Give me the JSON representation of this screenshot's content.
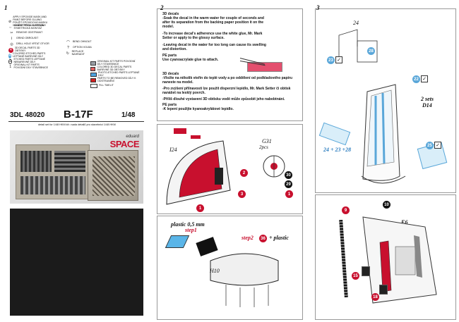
{
  "steps": [
    "1",
    "2",
    "3"
  ],
  "legend": {
    "left": [
      {
        "sym": "⊘",
        "label": "APPLY EPOXIDE MASK AND PAINT BEFORE GLUING POUŽIT EPOXIDOVÁ MASKU NANÉST PŘED SLEPENÍM"
      },
      {
        "sym": "⇔",
        "label": "SYMMETRICAL ASSEMBLY SYMETRICKÁ MONTÁŽ"
      },
      {
        "sym": "✂",
        "label": "REMOVE ODSTRANIT"
      },
      {
        "sym": "⌇",
        "label": "GRIND OBROUSIT"
      },
      {
        "sym": "◎",
        "label": "DRILL HOLE VRTAT OTVOR"
      },
      {
        "sym": "4",
        "label": "3D DECAL PARTS 3D OBTISKY"
      },
      {
        "sym": "4",
        "label": "COLORED ETCHED PARTS LEPTANÉ BAREVNÉ DÍLY"
      },
      {
        "sym": "2",
        "label": "ETCHED PARTS LEPTANÉ NEBAREVNÉ DÍLY"
      },
      {
        "sym": "1",
        "label": "ORIGINAL KIT PARTS POVODNÍ DÍLY STAVEBNICE"
      }
    ],
    "right": [
      {
        "sym": "⌒",
        "label": "BEND OHNOUT"
      },
      {
        "sym": "?",
        "label": "OPTION VOLBA"
      },
      {
        "sym": "↻",
        "label": "REPLACE NAHRADIT"
      }
    ],
    "swatches": [
      {
        "color": "#9aa0a6",
        "label": "ORIGINAL KIT PARTS POVODNÍ DÍLY STAVEBNICE"
      },
      {
        "color": "#e06060",
        "label": "COLORED 3D DECAL PARTS BAREVNÉ 3D OBTISKY"
      },
      {
        "color": "#4da3e0",
        "label": "PHOTO-ETCHED PARTS LEPTANÉ DÍLY"
      },
      {
        "color": "#d42020",
        "label": "PARTS TO BE REMOVED DÍLY K ODSTRANĚNÍ"
      },
      {
        "color": "#ffffff",
        "label": "FILL TMELIT"
      }
    ]
  },
  "product": {
    "code": "3DL 48020",
    "name": "B-17F",
    "scale": "1/48",
    "subtitle": "detail set for 1/48 HKM  kit • sada detailů pro stavebnici 1/48 HKM",
    "brand_top": "eduard",
    "brand_main": "SPACE"
  },
  "decals": {
    "heading": "3D decals",
    "en": [
      "-Soak the decal in the warm water for couple of seconds and after its separation from the backing paper position it on the model.",
      "-To increase decal's adherence use the white glue, Mr. Mark Setter or apply to the glossy surface.",
      "-Leaving decal in the water for too long can cause its swelling and distortion."
    ],
    "pe_heading": "PE parts",
    "pe_en": "Use cyanoacrylate glue to attach.",
    "heading_cz": "3D decals",
    "cz": [
      "-Vložte na několik vteřin do teplé vody a po oddělení od podkladového papíru naneste na model.",
      "-Pro zvýšení přilnavosti lze použít disperzní lepidlo, Mr. Mark Setter či obtisk nanášet na lesklý povrch.",
      "-Příliš dlouhé vystavení 3D obtisku vodě může způsobit jeho nabobtnání."
    ],
    "pe_heading_cz": "PE parts",
    "pe_cz": "-K lepení použijte kyanoakrylátové lepidlo."
  },
  "step2": {
    "part_i24": "I24",
    "part_g31": "G31",
    "g31_qty": "2pcs",
    "badges": [
      "1",
      "2",
      "3",
      "1",
      "30",
      "29"
    ],
    "plastic_label": "plastic 0,5 mm",
    "step1": "step1",
    "step2": "step2",
    "plus_plastic": "+ plastic",
    "badge_36": "36",
    "part_h10": "H10"
  },
  "step3": {
    "p24": "24",
    "p28": "28",
    "p23": "23",
    "p22": "22",
    "sets": "2 sets",
    "d14": "D14",
    "combo": "24 + 23 +28",
    "p25": "25",
    "p9": "9",
    "p10": "10",
    "e6": "E6",
    "p15": "15",
    "p18": "18",
    "check": "✓"
  }
}
